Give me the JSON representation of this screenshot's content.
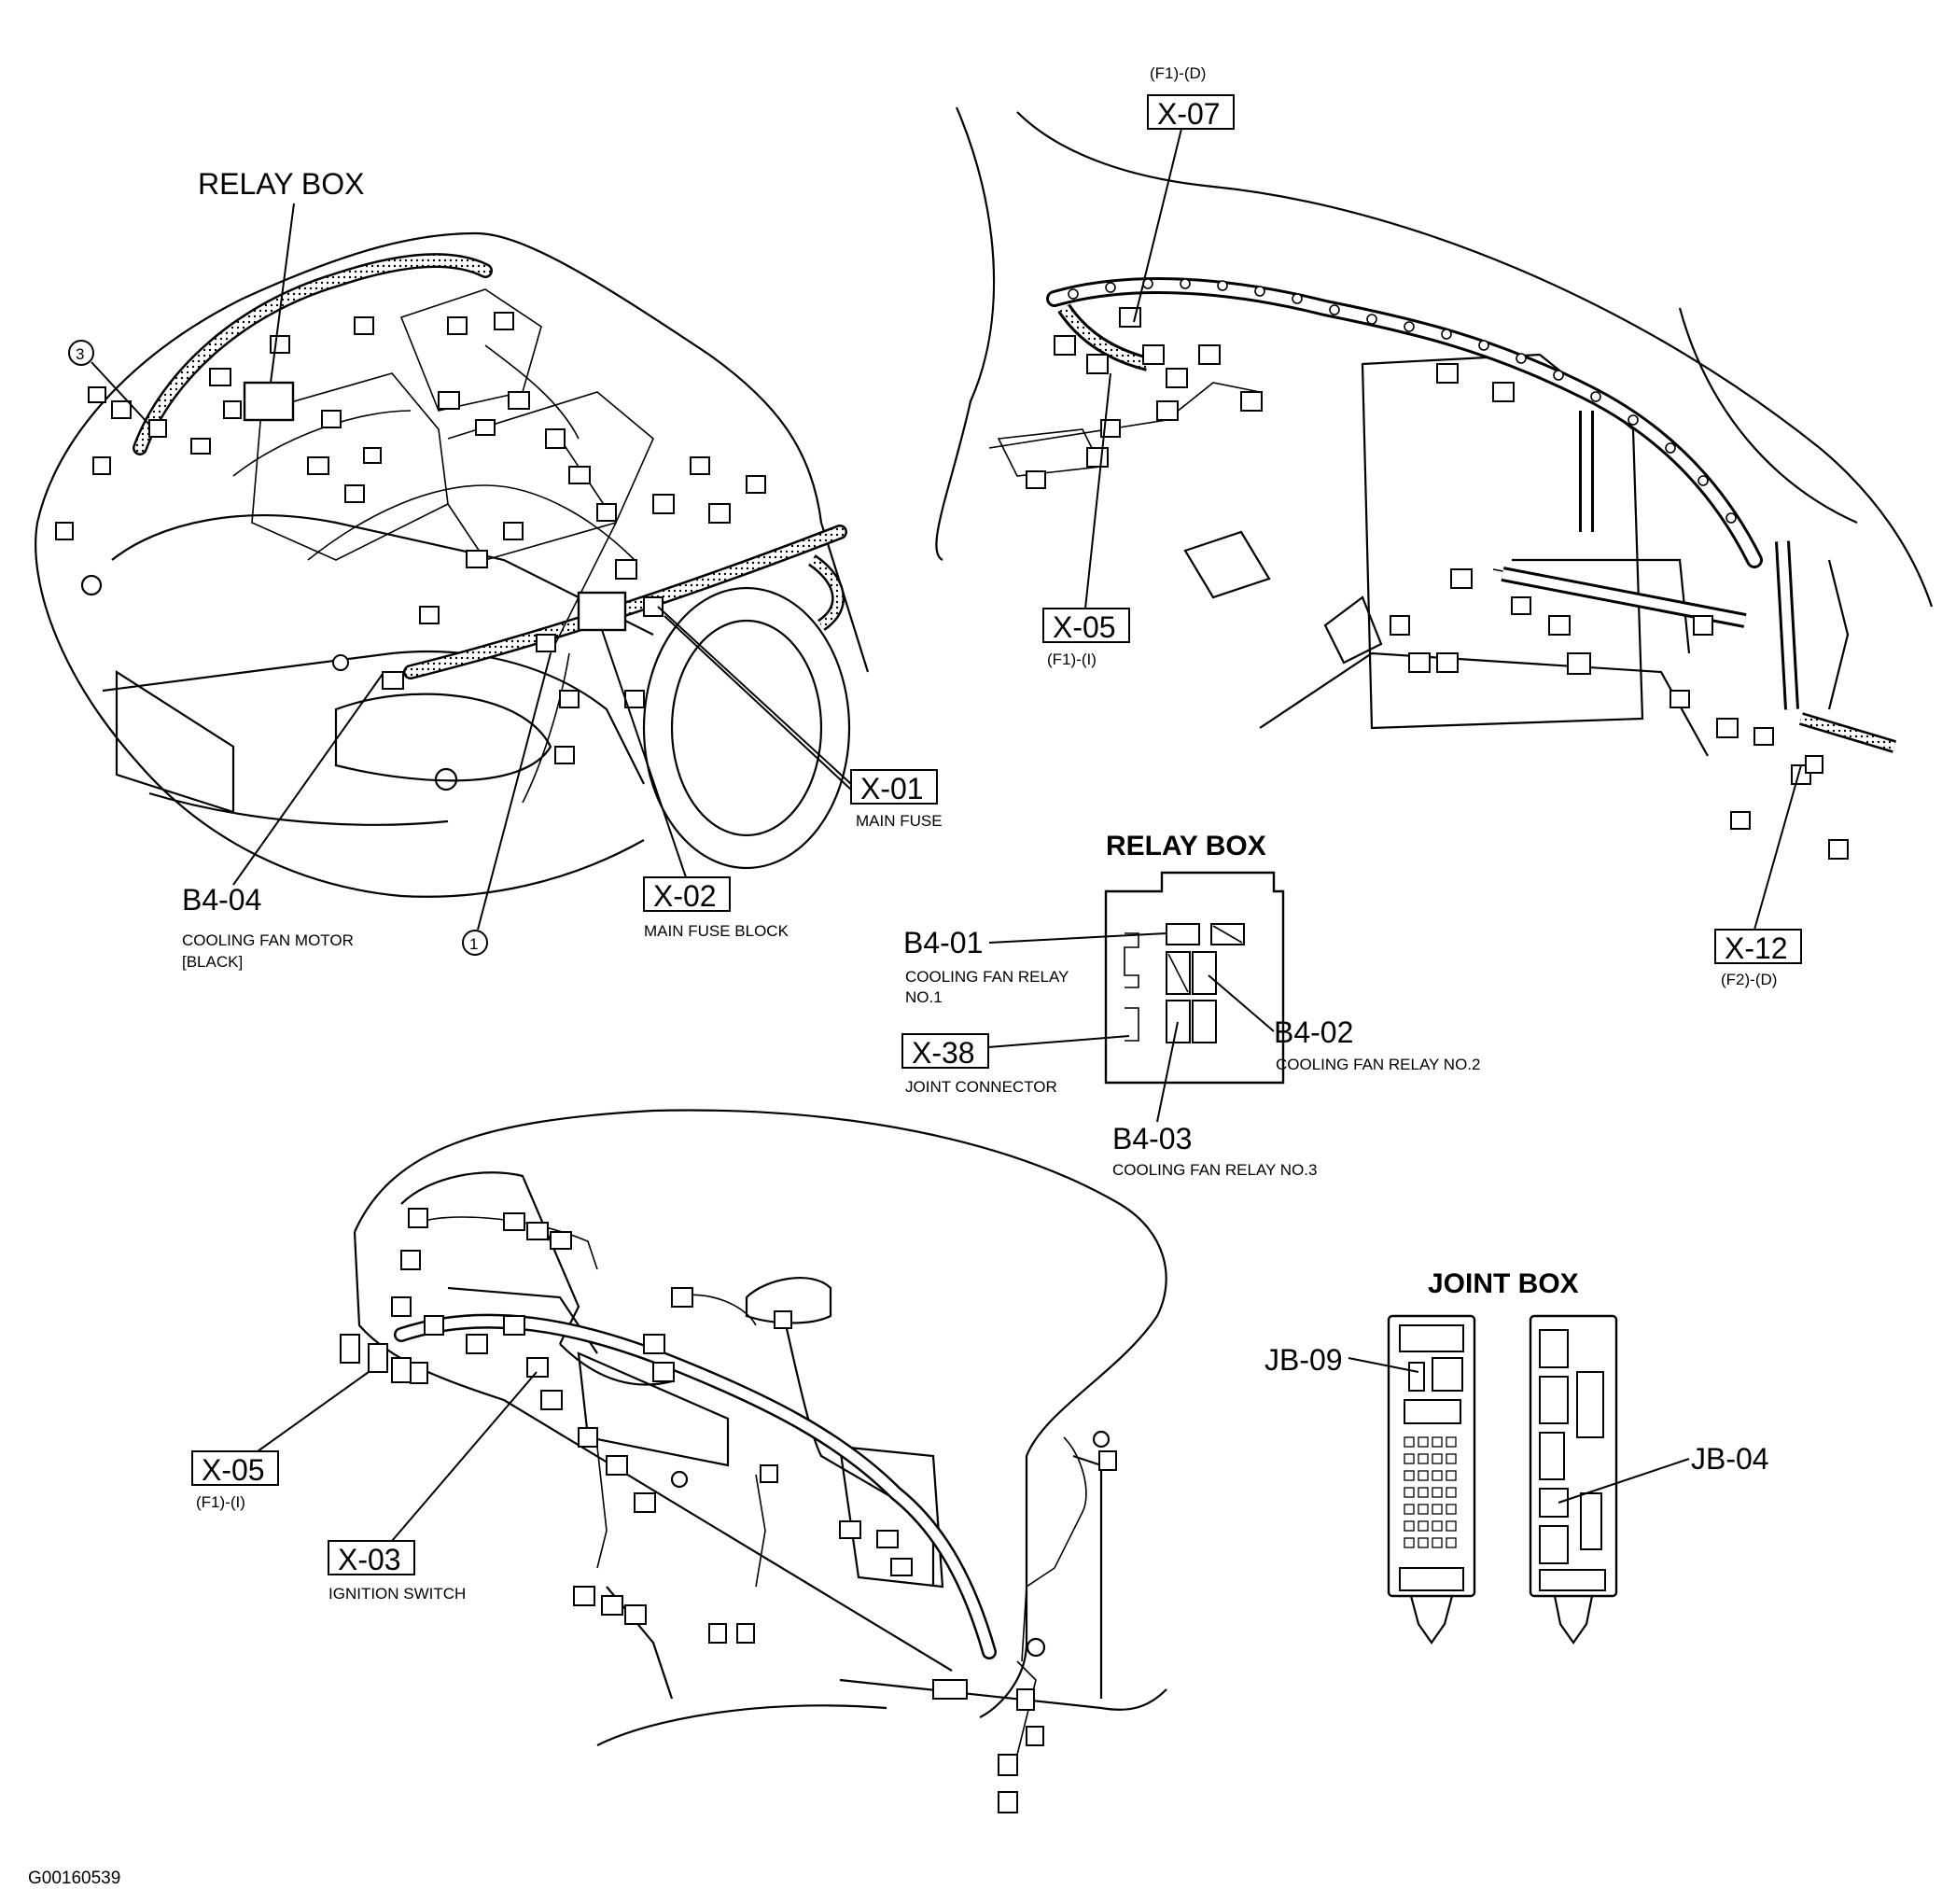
{
  "labels": {
    "relay_box_engine": "RELAY BOX",
    "callout_3": "3",
    "callout_1": "1",
    "x07_code": "X-07",
    "x07_ref": "(F1)-(D)",
    "x05_top_code": "X-05",
    "x05_top_ref": "(F1)-(I)",
    "x01_code": "X-01",
    "x01_desc": "MAIN FUSE",
    "x02_code": "X-02",
    "x02_desc": "MAIN FUSE BLOCK",
    "b404_code": "B4-04",
    "b404_desc1": "COOLING FAN MOTOR",
    "b404_desc2": "[BLACK]",
    "x12_code": "X-12",
    "x12_ref": "(F2)-(D)",
    "relay_box_title": "RELAY BOX",
    "b401_code": "B4-01",
    "b401_desc1": "COOLING FAN RELAY",
    "b401_desc2": "NO.1",
    "b402_code": "B4-02",
    "b402_desc": "COOLING FAN RELAY NO.2",
    "x38_code": "X-38",
    "x38_desc": "JOINT CONNECTOR",
    "b403_code": "B4-03",
    "b403_desc": "COOLING FAN RELAY NO.3",
    "joint_box_title": "JOINT BOX",
    "jb09_code": "JB-09",
    "jb04_code": "JB-04",
    "x05_bottom_code": "X-05",
    "x05_bottom_ref": "(F1)-(I)",
    "x03_code": "X-03",
    "x03_desc": "IGNITION SWITCH",
    "figure_id": "G00160539"
  }
}
